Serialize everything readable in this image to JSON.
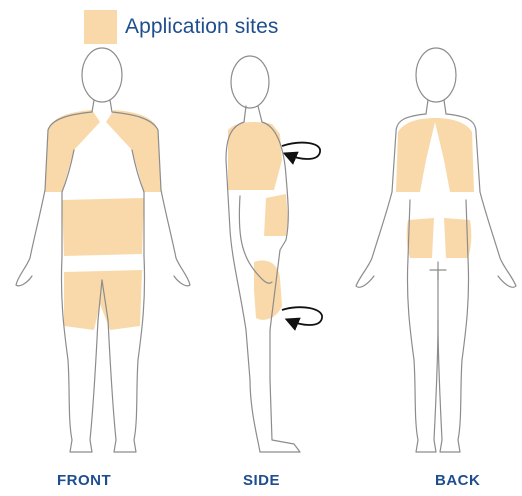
{
  "legend": {
    "label": "Application sites",
    "swatch_color": "#f9d9a9"
  },
  "views": {
    "front": "FRONT",
    "side": "SIDE",
    "back": "BACK"
  },
  "colors": {
    "application_fill": "#f9d9a9",
    "outline": "#8c8c8c",
    "label_text": "#1f4e8f",
    "arrow": "#111111"
  }
}
